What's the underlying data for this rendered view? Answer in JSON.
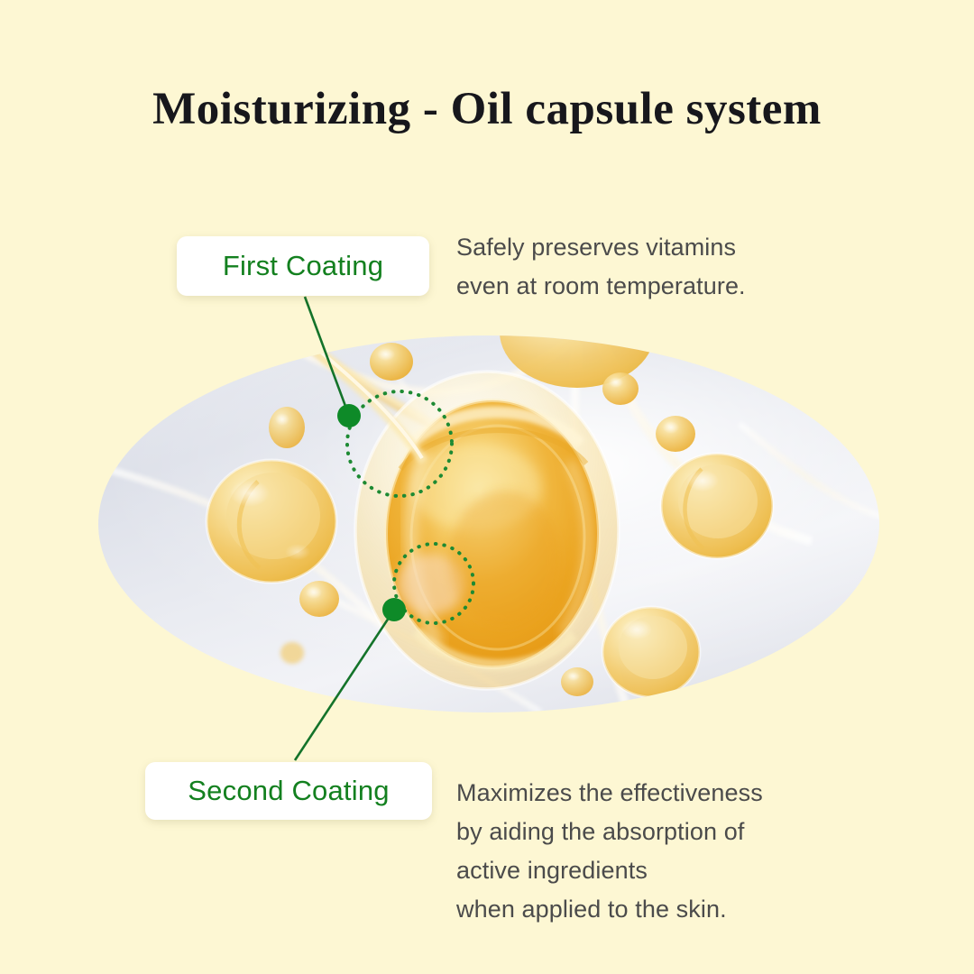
{
  "page": {
    "title": "Moisturizing - Oil capsule system",
    "background_color": "#FDF7D3"
  },
  "theme": {
    "accent_green": "#13801F",
    "marker_green": "#0E8A28",
    "body_text": "#4B4B4B",
    "title_text": "#17171C",
    "box_background": "#FFFFFF",
    "ellipse_light": "#F2F4F8",
    "ellipse_shadow": "#D2D6E0",
    "oil_amber": "#E9A21B",
    "oil_light": "#F7DE97"
  },
  "callouts": [
    {
      "id": "first-coating",
      "label": "First Coating",
      "description": "Safely preserves vitamins\neven at room temperature.",
      "marker_icon": "green-dot-marker-icon",
      "region_icon": "dotted-circle-highlight-icon"
    },
    {
      "id": "second-coating",
      "label": "Second Coating",
      "description": "Maximizes the effectiveness\nby aiding the absorption of\nactive ingredients\nwhen applied to the skin.",
      "marker_icon": "green-dot-marker-icon",
      "region_icon": "dotted-circle-highlight-icon"
    }
  ],
  "hero": {
    "name": "oil-capsule-illustration",
    "alt": "Golden oil capsule droplets on a pale ellipse backdrop"
  }
}
